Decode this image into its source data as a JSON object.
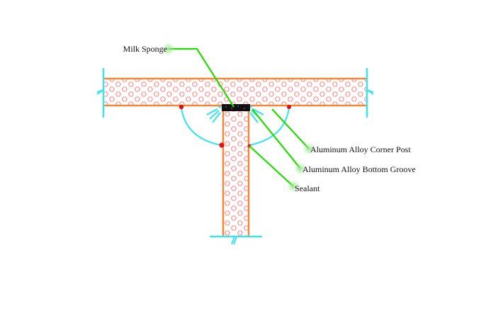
{
  "labels": {
    "milk_sponge": "Milk Sponge",
    "corner_post": "Aluminum Alloy Corner Post",
    "bottom_groove": "Aluminum Alloy Bottom Groove",
    "sealant": "Sealant"
  },
  "colors": {
    "panel_edge": "#f0883a",
    "hex_pattern": "#ff8a8a",
    "profile_lines": "#3de4ee",
    "leaders": "#22dd00",
    "sealant_dots": "#e01010",
    "sponge_fill": "#111111"
  }
}
